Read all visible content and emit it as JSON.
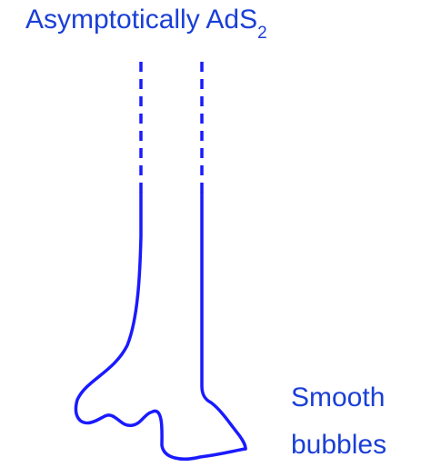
{
  "title": {
    "main": "Asymptotically AdS",
    "subscript": "2"
  },
  "annotation": {
    "line1": "Smooth",
    "line2": "bubbles"
  },
  "colors": {
    "text": "#1a3fd6",
    "stroke": "#1a1aff"
  }
}
